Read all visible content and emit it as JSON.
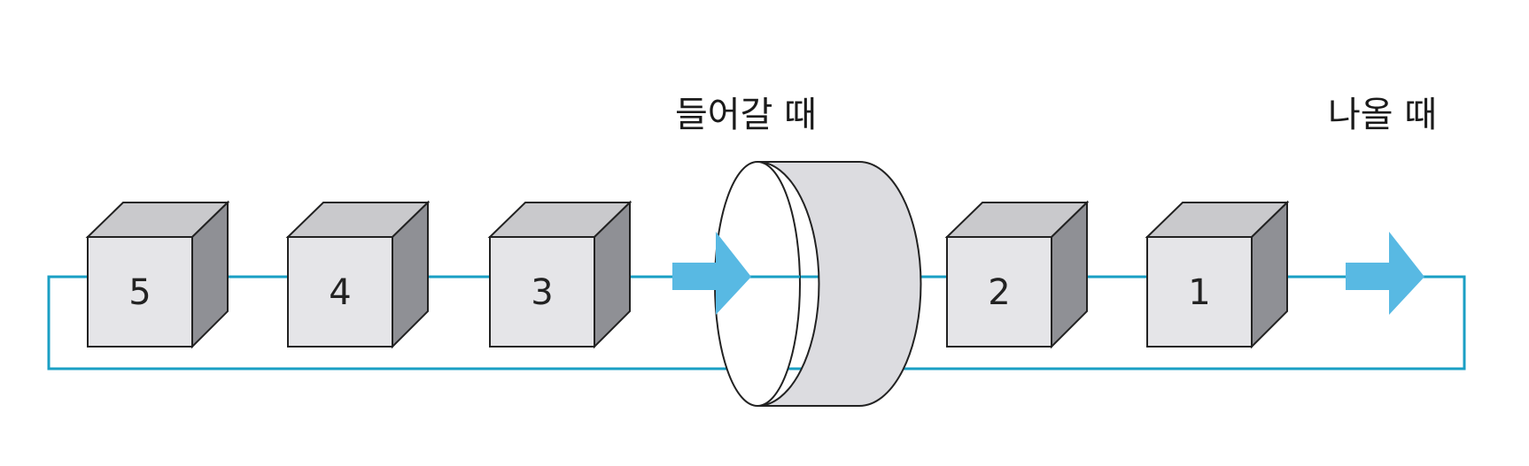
{
  "labels": {
    "enter": "들어갈 때",
    "exit": "나올 때"
  },
  "boxes": [
    {
      "number": "5"
    },
    {
      "number": "4"
    },
    {
      "number": "3"
    },
    {
      "number": "2"
    },
    {
      "number": "1"
    }
  ],
  "colors": {
    "loop_line": "#1a9fc4",
    "arrow": "#58b9e3",
    "box_front": "#e5e5e8",
    "box_top": "#c9c9cc",
    "box_side": "#8f9095",
    "ring_body": "#dcdce0"
  }
}
